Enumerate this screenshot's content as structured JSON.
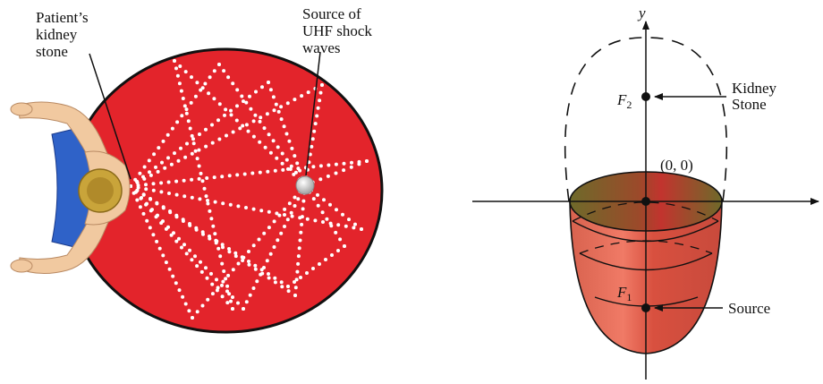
{
  "left_panel": {
    "patient_label": [
      "Patient’s",
      "kidney",
      "stone"
    ],
    "source_label": [
      "Source of",
      "UHF shock",
      "waves"
    ],
    "colors": {
      "ellipse_fill": "#e3242b",
      "wave_dots": "#ffffff",
      "figure_shirt": "#2f62c8",
      "skin": "#f1c9a0"
    }
  },
  "right_panel": {
    "y_axis_label": "y",
    "origin_label": "(0, 0)",
    "focus_upper": {
      "letter": "F",
      "sub": "2"
    },
    "focus_lower": {
      "letter": "F",
      "sub": "1"
    },
    "kidney_stone_label": [
      "Kidney",
      "Stone"
    ],
    "source_label": "Source",
    "colors": {
      "bowl_top": "#7a6a2e",
      "bowl_body": "#e86a58"
    }
  }
}
